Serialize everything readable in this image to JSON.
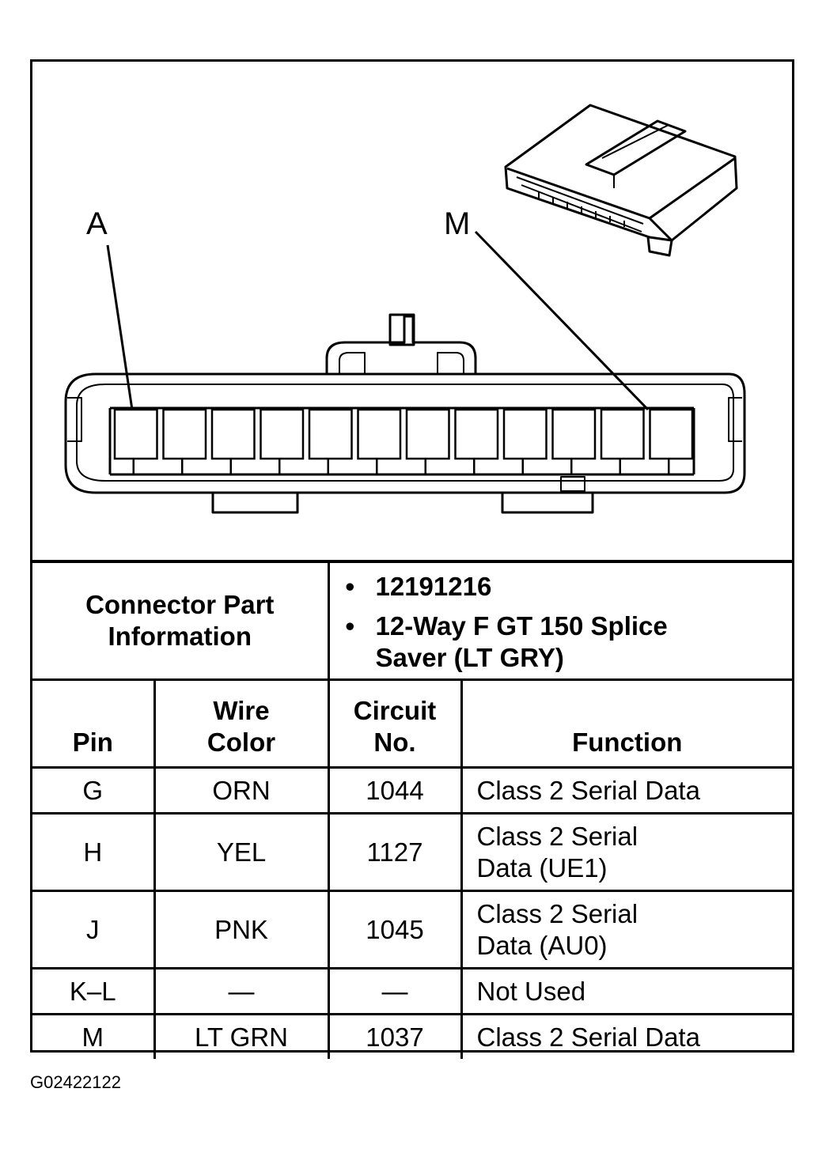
{
  "diagram": {
    "left_label": "A",
    "right_label": "M"
  },
  "connector_info": {
    "label_line1": "Connector Part",
    "label_line2": "Information",
    "items": [
      {
        "bullet": "•",
        "text_line1": "12191216",
        "text_line2": ""
      },
      {
        "bullet": "•",
        "text_line1": "12-Way F GT 150 Splice",
        "text_line2": "Saver (LT GRY)"
      }
    ]
  },
  "table": {
    "headers": {
      "pin": "Pin",
      "wire_color_line1": "Wire",
      "wire_color_line2": "Color",
      "circuit_line1": "Circuit",
      "circuit_line2": "No.",
      "function": "Function"
    },
    "rows": [
      {
        "pin": "G",
        "wire_color": "ORN",
        "circuit": "1044",
        "function_line1": "Class 2 Serial Data",
        "function_line2": ""
      },
      {
        "pin": "H",
        "wire_color": "YEL",
        "circuit": "1127",
        "function_line1": "Class 2 Serial",
        "function_line2": "Data (UE1)"
      },
      {
        "pin": "J",
        "wire_color": "PNK",
        "circuit": "1045",
        "function_line1": "Class 2 Serial",
        "function_line2": "Data (AU0)"
      },
      {
        "pin": "K–L",
        "wire_color": "—",
        "circuit": "—",
        "function_line1": "Not Used",
        "function_line2": ""
      },
      {
        "pin": "M",
        "wire_color": "LT GRN",
        "circuit": "1037",
        "function_line1": "Class 2 Serial Data",
        "function_line2": ""
      }
    ]
  },
  "caption": "G02422122"
}
